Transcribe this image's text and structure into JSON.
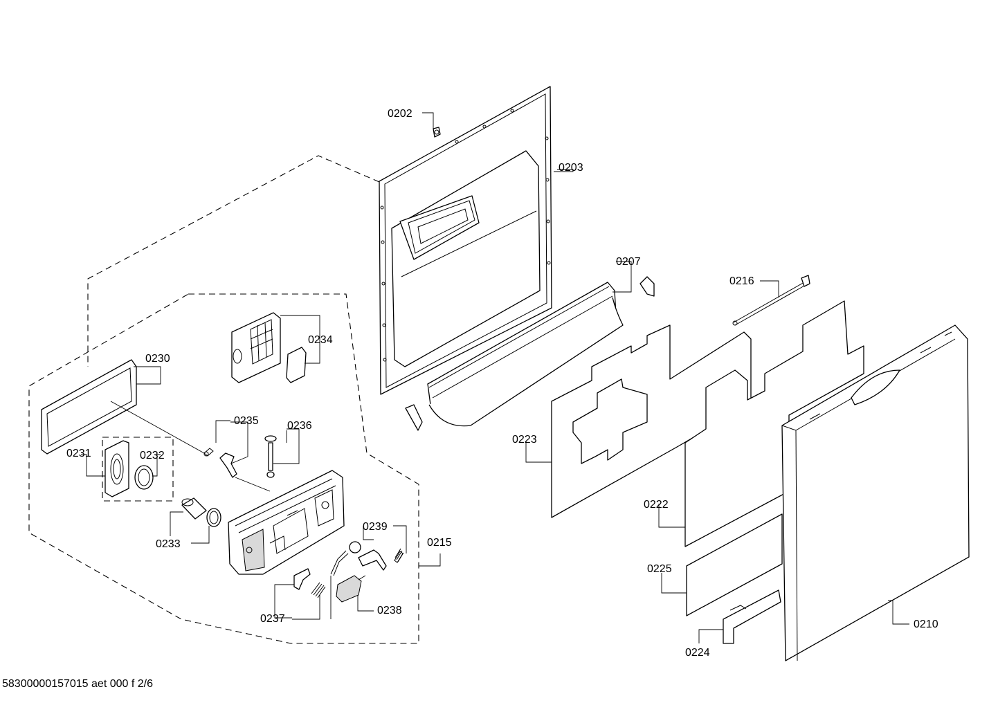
{
  "labels": {
    "p0202": "0202",
    "p0203": "0203",
    "p0207": "0207",
    "p0216": "0216",
    "p0234": "0234",
    "p0230": "0230",
    "p0235": "0235",
    "p0236": "0236",
    "p0231": "0231",
    "p0232": "0232",
    "p0223": "0223",
    "p0222": "0222",
    "p0233": "0233",
    "p0239": "0239",
    "p0215": "0215",
    "p0225": "0225",
    "p0210": "0210",
    "p0237": "0237",
    "p0238": "0238",
    "p0224": "0224"
  },
  "footer": {
    "document_code": "58300000157015 aet 000 f 2/6"
  }
}
